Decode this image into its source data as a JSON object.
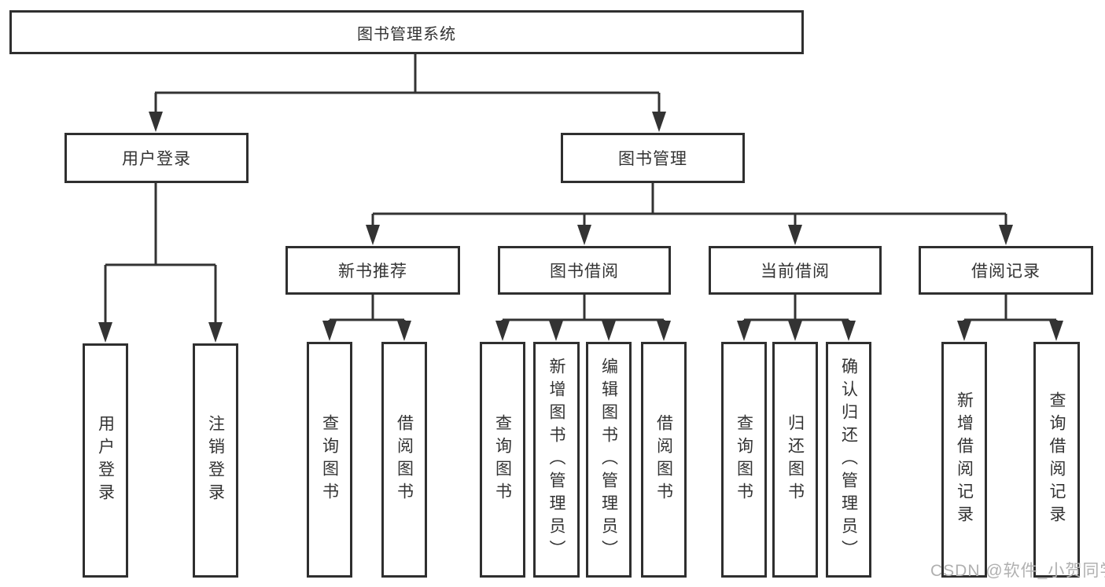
{
  "diagram": {
    "root_label": "图书管理系统",
    "user_branch": {
      "label": "用户登录",
      "children": [
        "用户登录",
        "注销登录"
      ]
    },
    "management_branch": {
      "label": "图书管理",
      "sections": [
        {
          "label": "新书推荐",
          "children": [
            "查询图书",
            "借阅图书"
          ]
        },
        {
          "label": "图书借阅",
          "children": [
            "查询图书",
            "新增图书（管理员）",
            "编辑图书（管理员）",
            "借阅图书"
          ]
        },
        {
          "label": "当前借阅",
          "children": [
            "查询图书",
            "归还图书",
            "确认归还（管理员）"
          ]
        },
        {
          "label": "借阅记录",
          "children": [
            "新增借阅记录",
            "查询借阅记录"
          ]
        }
      ]
    }
  },
  "watermark": "CSDN @软件_小贺同学",
  "colors": {
    "line": "#333333",
    "text": "#333333",
    "background": "#ffffff",
    "watermark": "#b0b0b0"
  }
}
